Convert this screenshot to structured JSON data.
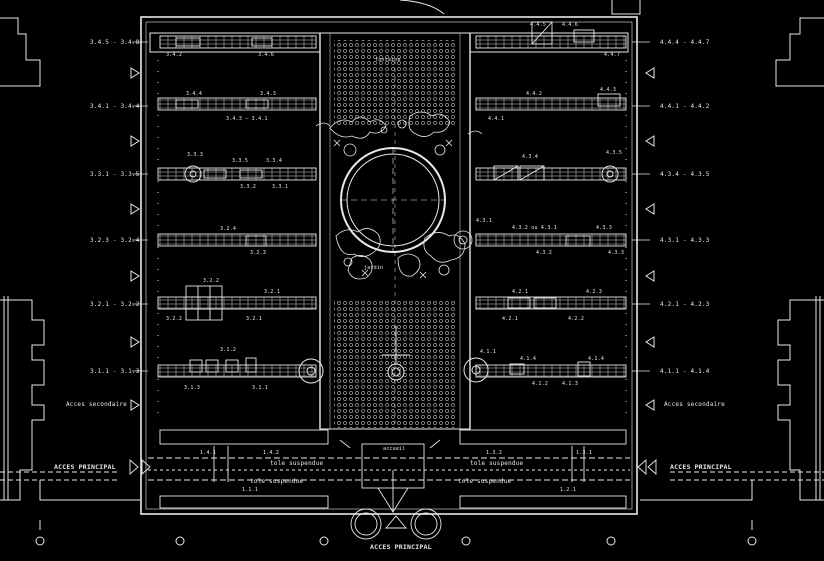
{
  "colors": {
    "background": "#000000",
    "line": "#e8e8e8"
  },
  "left_row_labels": [
    "3.4.5 - 3.4.8",
    "3.4.1 - 3.4.4",
    "3.3.1 - 3.3.5",
    "3.2.3 - 3.2.4",
    "3.2.1 - 3.2.2",
    "3.1.1 - 3.1.3",
    "Acces secondaire"
  ],
  "right_row_labels": [
    "4.4.4 - 4.4.7",
    "4.4.1 - 4.4.2",
    "4.3.4 - 4.3.5",
    "4.3.1 - 4.3.3",
    "4.2.1 - 4.2.3",
    "4.1.1 - 4.1.4",
    "Acces secondaire"
  ],
  "acces_principal_left": "ACCES PRINCIPAL",
  "acces_principal_right": "ACCES PRINCIPAL",
  "acces_principal_bottom": "ACCES PRINCIPAL",
  "stand_labels": {
    "s342": "3.4.2",
    "s346": "3.4.6",
    "s344": "3.4.4",
    "s343": "3.4.3",
    "s3434": "3.4.3 — 3.4.1",
    "s333": "3.3.3",
    "s335": "3.3.5",
    "s334": "3.3.4",
    "s332": "3.3.2",
    "s331": "3.3.1",
    "s324": "3.2.4",
    "s323": "3.2.3",
    "s322": "3.2.2",
    "s321": "3.2.1",
    "s322b": "3.2.2",
    "s321b": "3.2.1",
    "s312": "3.1.2",
    "s313": "3.1.3",
    "s311": "3.1.1",
    "s445": "4.4.5",
    "s446": "4.4.6",
    "s447": "4.4.7",
    "s442": "4.4.2",
    "s443": "4.4.3",
    "s441": "4.4.1",
    "s434": "4.3.4",
    "s435": "4.3.5",
    "s432": "4.3.2 ou 4.3.1",
    "s433": "4.3.3",
    "s432b": "4.3.2",
    "s433b": "4.3.3",
    "s431": "4.3.1",
    "s421": "4.2.1",
    "s423": "4.2.3",
    "s421b": "4.2.1",
    "s422": "4.2.2",
    "s411": "4.1.1",
    "s414": "4.1.4",
    "s414b": "4.1.4",
    "s412": "4.1.2",
    "s413": "4.1.3",
    "s141": "1.4.1",
    "s142": "1.4.2",
    "s111": "1.1.1",
    "s132": "1.3.2",
    "s131": "1.3.1",
    "s121": "1.2.1"
  },
  "tole_suspendue": "tole suspendue",
  "center_labels": {
    "fontaine": "fontaine",
    "jardin": "jardin",
    "accueil": "accueil"
  }
}
